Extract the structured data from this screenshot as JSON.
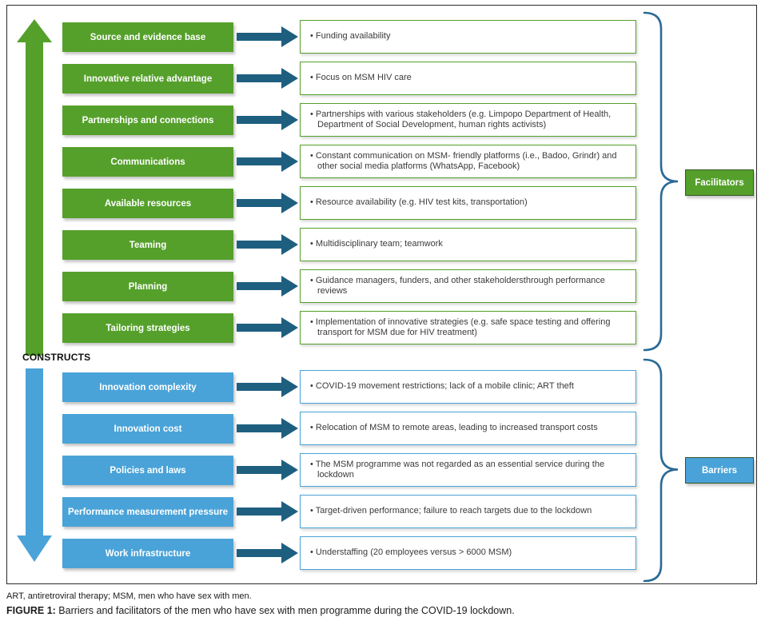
{
  "colors": {
    "facilitator_green": "#55a02b",
    "barrier_blue": "#4aa3d8",
    "connector_arrow": "#1e5f80",
    "brace_blue": "#2a6a96",
    "group_box_border": "#375623"
  },
  "bullet_char": "•",
  "constructs_label": "CONSTRUCTS",
  "facilitators": {
    "group_label": "Facilitators",
    "rows": [
      {
        "construct": "Source and evidence base",
        "description": "Funding availability"
      },
      {
        "construct": "Innovative relative advantage",
        "description": "Focus on MSM HIV care"
      },
      {
        "construct": "Partnerships and connections",
        "description": "Partnerships with various stakeholders (e.g. Limpopo Department of Health, Department of Social Development, human rights activists)"
      },
      {
        "construct": "Communications",
        "description": "Constant communication on MSM- friendly platforms (i.e., Badoo, Grindr) and other social media platforms (WhatsApp, Facebook)"
      },
      {
        "construct": "Available resources",
        "description": "Resource availability (e.g. HIV test kits, transportation)"
      },
      {
        "construct": "Teaming",
        "description": "Multidisciplinary team; teamwork"
      },
      {
        "construct": "Planning",
        "description": "Guidance managers, funders, and other stakeholdersthrough performance reviews"
      },
      {
        "construct": "Tailoring strategies",
        "description": "Implementation of innovative strategies (e.g. safe space testing and offering transport for MSM due for HIV treatment)"
      }
    ]
  },
  "barriers": {
    "group_label": "Barriers",
    "rows": [
      {
        "construct": "Innovation complexity",
        "description": "COVID-19 movement restrictions; lack of a mobile clinic; ART theft"
      },
      {
        "construct": "Innovation cost",
        "description": "Relocation of MSM to remote areas, leading to increased transport costs"
      },
      {
        "construct": "Policies and laws",
        "description": "The MSM programme was not regarded as an essential service during the lockdown"
      },
      {
        "construct": "Performance measurement pressure",
        "description": "Target-driven performance; failure to reach targets due to the lockdown"
      },
      {
        "construct": "Work infrastructure",
        "description": "Understaffing (20 employees versus > 6000 MSM)"
      }
    ]
  },
  "caption": {
    "abbreviations": "ART, antiretroviral therapy; MSM, men who have sex with men.",
    "figure_label": "FIGURE 1:",
    "figure_text": " Barriers and facilitators of the men who have sex with men programme during the COVID-19 lockdown."
  }
}
